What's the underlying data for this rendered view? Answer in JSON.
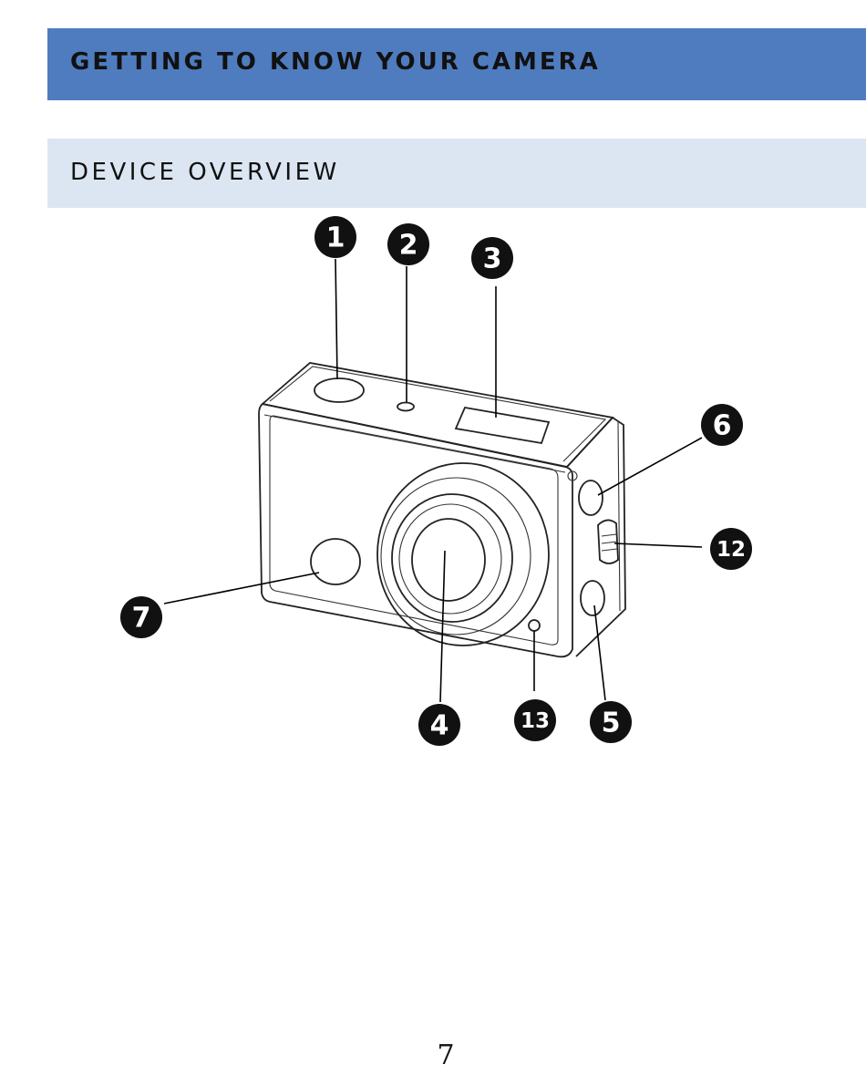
{
  "header": {
    "title": "GETTING TO KNOW YOUR CAMERA"
  },
  "section": {
    "title": "DEVICE OVERVIEW"
  },
  "diagram": {
    "callouts": [
      "1",
      "2",
      "3",
      "6",
      "12",
      "7",
      "4",
      "13",
      "5"
    ]
  },
  "footer": {
    "page_number": "7"
  }
}
